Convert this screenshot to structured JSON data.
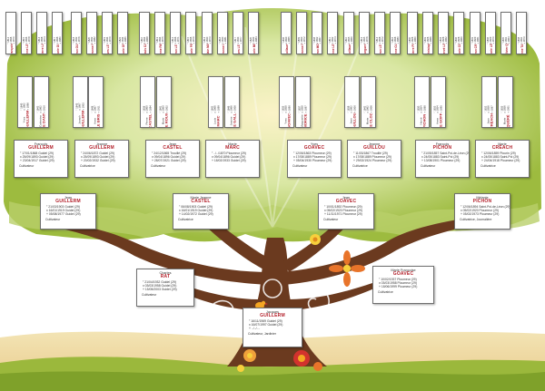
{
  "colors": {
    "foliage_dark": "#8fae2e",
    "foliage_light": "#c6d97a",
    "trunk": "#6b3a1f",
    "surname": "#b3212b",
    "ground": "#9bb83c"
  },
  "root": {
    "first": "Jacques",
    "surname": "GUILLERM",
    "lines": [
      "° 16/11/1969 Guidel (29)",
      "x 16/07/1997 Guidel (29)",
      "+ ../../...."
    ],
    "job": "Cultivateur, Jardinier"
  },
  "parents": {
    "father": {
      "first": "Charles",
      "surname": "RAT",
      "lines": [
        "° 21/04/1932 Guidel (29)",
        "x 03/03/1958 Guidel (29)",
        "+ 15/05/2003 Guidel (29)"
      ],
      "job": "Cultivateur"
    },
    "mother": {
      "first": "Marie Françoise",
      "surname": "GOAVEC",
      "lines": [
        "° 10/02/1937 Ploumeur (29)",
        "x 03/03/1958 Ploumeur (29)",
        "+ 18/06/1999 Ploumeur (29)"
      ],
      "job": "Cultivatrice"
    }
  },
  "grandparents": [
    {
      "first": "Jean",
      "surname": "GUILLERM",
      "lines": [
        "° 21/03/1903 Guidel (29)",
        "x 16/01/1919 Guidel (29)",
        "+ 05/08/1977 Guidel (29)"
      ],
      "job": "Cultivateur"
    },
    {
      "first": "Marie Jeanne",
      "surname": "CASTEL",
      "lines": [
        "° 06/08/1903 Guidel (29)",
        "x 16/01/1919 Guidel (29)",
        "+ 14/02/1972 Guidel (29)"
      ],
      "job": "Cultivatrice"
    },
    {
      "first": "Jean",
      "surname": "GOAVEC",
      "lines": [
        "° 10/01/1892 Ploumeur (29)",
        "x 05/02/1920 Ploumeur (29)",
        "+ 11/11/1971 Ploumeur (29)"
      ],
      "job": "Cultivateur"
    },
    {
      "first": "Mélanie",
      "surname": "PICHON",
      "lines": [
        "° 12/06/1894 Saint-Pol-de-Léon (29)",
        "x 05/02/1920 Ploumeur (29)",
        "+ 05/02/1973 Ploumeur (29)"
      ],
      "job": "Cultivatrice, Journalière"
    }
  ],
  "great_grandparents": [
    {
      "first": "François",
      "surname": "GUILLERM",
      "lines": [
        "° 17/01/1868 Guidel (29)",
        "x 25/09/1893 Guidel (29)",
        "+ 23/04/1917 Guidel (29)"
      ],
      "job": "Cultivateur"
    },
    {
      "first": "Jeanne",
      "surname": "GUILLERM",
      "lines": [
        "° 24/06/1872 Guidel (29)",
        "x 25/09/1893 Guidel (29)",
        "+ 20/02/1932 Guidel (29)"
      ],
      "job": "Cultivatrice"
    },
    {
      "first": "Jean",
      "surname": "CASTEL",
      "lines": [
        "° 24/12/1865 Trouillé (29)",
        "x 09/04/1896 Guidel (29)",
        "+ 28/07/1921 Guidel (29)"
      ],
      "job": "Cultivateur"
    },
    {
      "first": "Marie",
      "surname": "MARC",
      "lines": [
        "° ../../1870 Ploumeur (29)",
        "x 09/04/1896 Guidel (29)",
        "+ 18/02/1933 Guidel (29)"
      ],
      "job": ""
    },
    {
      "first": "Yves",
      "surname": "GOAVEC",
      "lines": [
        "° 12/06/1863 Ploumeur (29)",
        "x 17/08/1889 Ploumeur (29)",
        "+ 05/04/1930 Ploumeur (29)"
      ],
      "job": "Cultivateur"
    },
    {
      "first": "Jeanne",
      "surname": "GUILLOU",
      "lines": [
        "° 11/03/1867 Trouillé (29)",
        "x 17/08/1889 Ploumeur (29)",
        "+ 29/02/1924 Ploumeur (29)"
      ],
      "job": "Cultivatrice"
    },
    {
      "first": "François",
      "surname": "PICHON",
      "lines": [
        "° 21/05/1857 Saint-Pol-de-Léon (29)",
        "x 24/05/1883 Saint-Pol (29)",
        "+ 13/08/1901 Ploumeur (29)"
      ],
      "job": "Cultivateur"
    },
    {
      "first": "Marie",
      "surname": "CRÉACH",
      "lines": [
        "° 12/06/1859 Plourin (29)",
        "x 24/05/1883 Saint-Pol (29)",
        "+ 24/04/1918 Ploumeur (29)"
      ],
      "job": "Cultivatrice"
    }
  ],
  "gen4": [
    {
      "first": "Yves",
      "surname": "GUILLERM",
      "lines": [
        "° 1840",
        "x 1862",
        "+ 1898"
      ]
    },
    {
      "first": "Catherine",
      "surname": "LE DANT",
      "lines": [
        "° 1843",
        "x 1862",
        "+ 1910"
      ]
    },
    {
      "first": "Joseph",
      "surname": "GUILLERM",
      "lines": [
        "° 1845",
        "x 1867",
        "+ 1903"
      ]
    },
    {
      "first": "Anne",
      "surname": "LE BRIS",
      "lines": [
        "° 1848",
        "x 1867",
        "+ 1911"
      ]
    },
    {
      "first": "Pierre",
      "surname": "CASTEL",
      "lines": [
        "° 1838",
        "x 1860",
        "+ 1894"
      ]
    },
    {
      "first": "Marie",
      "surname": "LE ROUX",
      "lines": [
        "° 1841",
        "x 1860",
        "+ 1902"
      ]
    },
    {
      "first": "Louis",
      "surname": "MARC",
      "lines": [
        "° 1842",
        "x 1866",
        "+ 1899"
      ]
    },
    {
      "first": "Jeanne",
      "surname": "LE GALL",
      "lines": [
        "° 1846",
        "x 1866",
        "+ 1908"
      ]
    },
    {
      "first": "Yves",
      "surname": "GOAVEC",
      "lines": [
        "° 1835",
        "x 1858",
        "+ 1890"
      ]
    },
    {
      "first": "Marguerite",
      "surname": "MORICE",
      "lines": [
        "° 1837",
        "x 1858",
        "+ 1897"
      ]
    },
    {
      "first": "Jean",
      "surname": "GUILLOU",
      "lines": [
        "° 1839",
        "x 1862",
        "+ 1900"
      ]
    },
    {
      "first": "Marie",
      "surname": "LE CLOZ",
      "lines": [
        "° 1842",
        "x 1862",
        "+ 1906"
      ]
    },
    {
      "first": "Hervé",
      "surname": "PICHON",
      "lines": [
        "° 1830",
        "x 1854",
        "+ 1888"
      ]
    },
    {
      "first": "Anne",
      "surname": "LE GOFF",
      "lines": [
        "° 1833",
        "x 1854",
        "+ 1895"
      ]
    },
    {
      "first": "Jean",
      "surname": "CRÉACH",
      "lines": [
        "° 1832",
        "x 1856",
        "+ 1887"
      ]
    },
    {
      "first": "Marie",
      "surname": "QUÉRÉ",
      "lines": [
        "° 1835",
        "x 1856",
        "+ 1901"
      ]
    }
  ],
  "gen5": [
    {
      "name": "François GUILLERM",
      "lines": [
        "° 1812",
        "x 1836",
        "+ 1870"
      ]
    },
    {
      "name": "Anne LE MEUR",
      "lines": [
        "° 1815",
        "x 1836",
        "+ 1878"
      ]
    },
    {
      "name": "Pierre LE DANT",
      "lines": [
        "° 1814",
        "x 1838",
        "+ 1874"
      ]
    },
    {
      "name": "Marie GUÉGAN",
      "lines": [
        "° 1817",
        "x 1838",
        "+ 1880"
      ]
    },
    {
      "name": "Jean GUILLERM",
      "lines": [
        "° 1818",
        "x 1842",
        "+ 1876"
      ]
    },
    {
      "name": "Jeanne ROLLAND",
      "lines": [
        "° 1820",
        "x 1842",
        "+ 1882"
      ]
    },
    {
      "name": "Yves LE BRIS",
      "lines": [
        "° 1819",
        "x 1844",
        "+ 1879"
      ]
    },
    {
      "name": "Marie GREEN",
      "lines": [
        "° 1822",
        "x 1844",
        "+ 1885"
      ]
    },
    {
      "name": "Louis CASTEL",
      "lines": [
        "° 1810",
        "x 1834",
        "+ 1868"
      ]
    },
    {
      "name": "Anne RIOU",
      "lines": [
        "° 1813",
        "x 1834",
        "+ 1875"
      ]
    },
    {
      "name": "Jean LE ROUX",
      "lines": [
        "° 1812",
        "x 1836",
        "+ 1871"
      ]
    },
    {
      "name": "Marie PERON",
      "lines": [
        "° 1815",
        "x 1836",
        "+ 1879"
      ]
    },
    {
      "name": "Alain MARC",
      "lines": [
        "° 1814",
        "x 1840",
        "+ 1873"
      ]
    },
    {
      "name": "Jeanne LE GAC",
      "lines": [
        "° 1818",
        "x 1840",
        "+ 1881"
      ]
    },
    {
      "name": "Yves LE GALL",
      "lines": [
        "° 1817",
        "x 1843",
        "+ 1877"
      ]
    },
    {
      "name": "Marie MORVAN",
      "lines": [
        "° 1820",
        "x 1843",
        "+ 1884"
      ]
    },
    {
      "name": "Guillaume GOAVEC",
      "lines": [
        "° 1806",
        "x 1830",
        "+ 1865"
      ]
    },
    {
      "name": "Jeanne ROUAT",
      "lines": [
        "° 1809",
        "x 1830",
        "+ 1872"
      ]
    },
    {
      "name": "Jean MORICE",
      "lines": [
        "° 1808",
        "x 1832",
        "+ 1867"
      ]
    },
    {
      "name": "Anne LE LAY",
      "lines": [
        "° 1811",
        "x 1832",
        "+ 1874"
      ]
    },
    {
      "name": "Guillaume GUILLOU",
      "lines": [
        "° 1810",
        "x 1835",
        "+ 1869"
      ]
    },
    {
      "name": "Marguerite NICOLLE",
      "lines": [
        "° 1813",
        "x 1835",
        "+ 1876"
      ]
    },
    {
      "name": "Jean LE CLOZ",
      "lines": [
        "° 1814",
        "x 1838",
        "+ 1872"
      ]
    },
    {
      "name": "Anne GUÉGUEN",
      "lines": [
        "° 1816",
        "x 1838",
        "+ 1880"
      ]
    },
    {
      "name": "Pierre PICHON",
      "lines": [
        "° 1800",
        "x 1826",
        "+ 1860"
      ]
    },
    {
      "name": "Christophe LE GOFF",
      "lines": [
        "° 1803",
        "x 1826",
        "+ 1866"
      ]
    },
    {
      "name": "Hervé LE GOFF",
      "lines": [
        "° 1804",
        "x 1828",
        "+ 1862"
      ]
    },
    {
      "name": "Marie CORRE",
      "lines": [
        "° 1806",
        "x 1828",
        "+ 1869"
      ]
    },
    {
      "name": "Jean CRÉACH",
      "lines": [
        "° 1803",
        "x 1829",
        "+ 1861"
      ]
    },
    {
      "name": "Marie LE DUFF",
      "lines": [
        "° 1806",
        "x 1829",
        "+ 1870"
      ]
    },
    {
      "name": "Olivier QUÉRÉ",
      "lines": [
        "° 1805",
        "x 1831",
        "+ 1864"
      ]
    },
    {
      "name": "Anne TANGUY",
      "lines": [
        "° 1808",
        "x 1831",
        "+ 1873"
      ]
    }
  ]
}
